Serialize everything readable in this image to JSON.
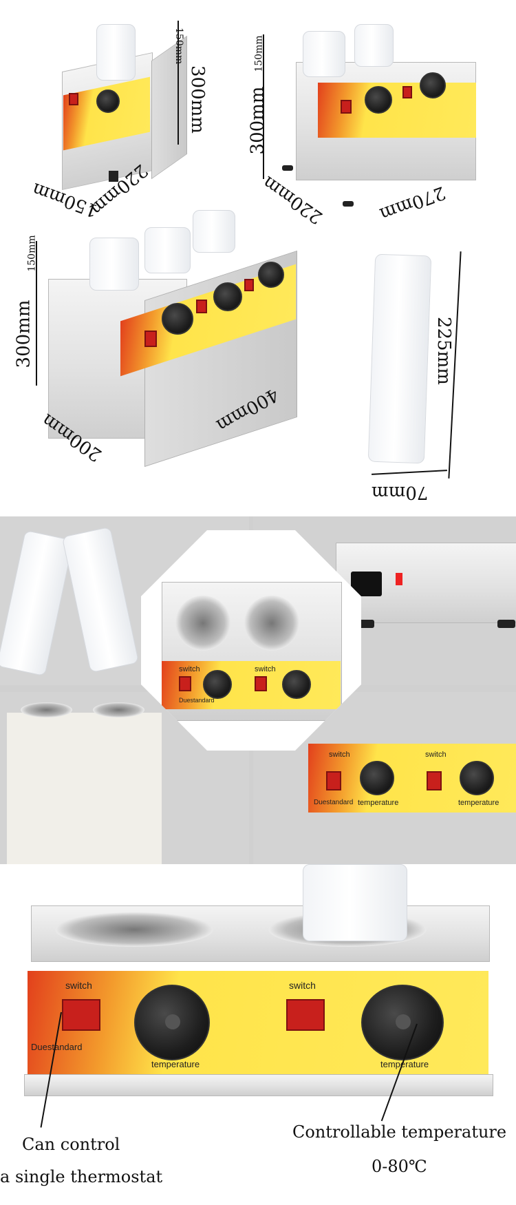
{
  "view1": {
    "dim_height_top": "150mm",
    "dim_height": "300mm",
    "dim_width": "220mm",
    "dim_depth": "150mm"
  },
  "view2": {
    "dim_height_top": "150mm",
    "dim_height": "300mm",
    "dim_depth": "220mm",
    "dim_width": "270mm"
  },
  "view3": {
    "dim_height_top": "150mm",
    "dim_height": "300mm",
    "dim_depth": "200mm",
    "dim_width": "400mm"
  },
  "bottle": {
    "dim_height": "225mm",
    "dim_width": "70mm"
  },
  "panel_labels": {
    "switch": "switch",
    "temperature": "temperature",
    "brand": "Duestandard"
  },
  "callouts": {
    "left_line1": "Can control",
    "left_line2": "a single thermostat",
    "right_line1": "Controllable temperature",
    "right_line2": "0-80℃"
  },
  "colors": {
    "accent_red": "#c8201c",
    "panel_yellow": "#ffe44a",
    "steel": "#d9d9d9",
    "knob": "#1e1e1e"
  }
}
